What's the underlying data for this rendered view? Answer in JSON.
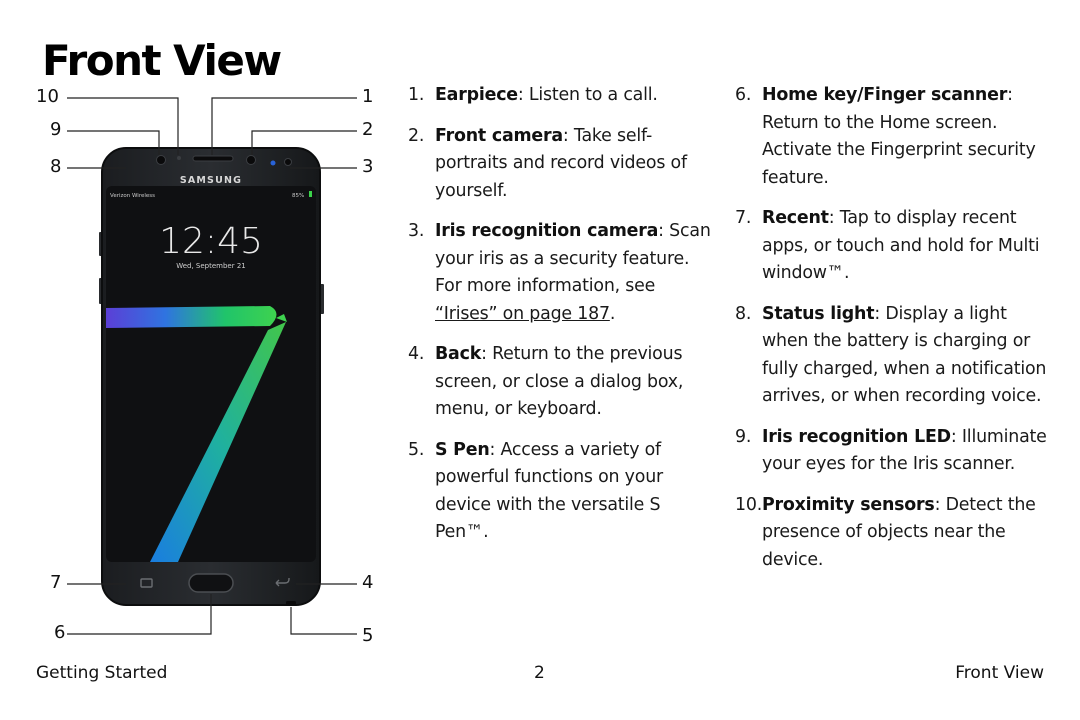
{
  "page": {
    "title": "Front View"
  },
  "device": {
    "carrier": "Verizon Wireless",
    "battery": "85%",
    "brand": "SAMSUNG",
    "clock_time": "12:45",
    "clock_date": "Wed, September 21"
  },
  "callouts": [
    "1",
    "2",
    "3",
    "4",
    "5",
    "6",
    "7",
    "8",
    "9",
    "10"
  ],
  "items": [
    {
      "number": "1.",
      "title": "Earpiece",
      "desc": ": Listen to a call."
    },
    {
      "number": "2.",
      "title": "Front camera",
      "desc": ": Take self-portraits and record videos of yourself."
    },
    {
      "number": "3.",
      "title": "Iris recognition camera",
      "desc": ": Scan your iris as a security feature. For more information, see ",
      "link": "“Irises” on page 187",
      "tail": "."
    },
    {
      "number": "4.",
      "title": "Back",
      "desc": ": Return to the previous screen, or close a dialog box, menu, or keyboard."
    },
    {
      "number": "5.",
      "title": "S Pen",
      "desc": ": Access a variety of powerful functions on your device with the versatile S Pen™."
    },
    {
      "number": "6.",
      "title": "Home key/Finger scanner",
      "desc": ": Return to the Home screen. Activate the Fingerprint security feature."
    },
    {
      "number": "7.",
      "title": "Recent",
      "desc": ": Tap to display recent apps, or touch and hold for Multi window™."
    },
    {
      "number": "8.",
      "title": "Status light",
      "desc": ": Display a light when the battery is charging or fully charged, when a notification arrives, or when recording voice."
    },
    {
      "number": "9.",
      "title": "Iris recognition LED",
      "desc": ": Illuminate your eyes for the Iris scanner."
    },
    {
      "number": "10.",
      "title": "Proximity sensors",
      "desc": ": Detect the presence of objects near the device."
    }
  ],
  "footer": {
    "left": "Getting Started",
    "center": "2",
    "right": "Front View"
  }
}
